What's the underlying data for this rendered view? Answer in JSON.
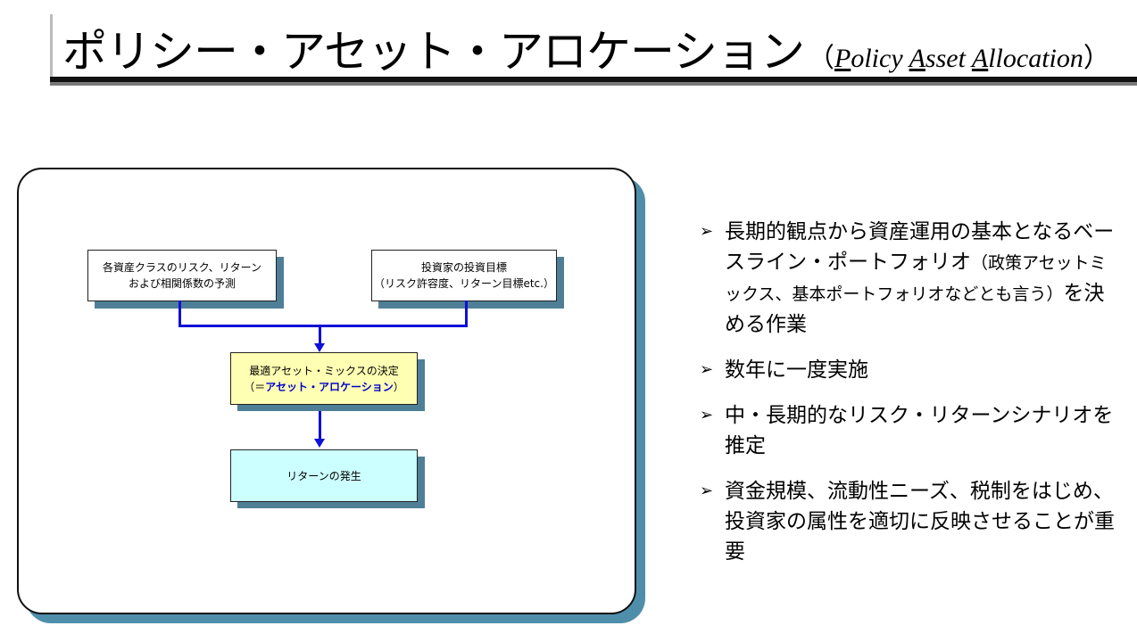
{
  "title": {
    "main": "ポリシー・アセット・アロケーション",
    "sub_open": "（",
    "sub_P": "P",
    "sub_olicy": "olicy ",
    "sub_A1": "A",
    "sub_sset": "sset ",
    "sub_A2": "A",
    "sub_llocation": "llocation",
    "sub_close": "）"
  },
  "diagram": {
    "box_left": {
      "line1": "各資産クラスのリスク、リターン",
      "line2": "および相関係数の予測"
    },
    "box_right": {
      "line1": "投資家の投資目標",
      "line2": "（リスク許容度、リターン目標etc.）"
    },
    "box_middle": {
      "line1": "最適アセット・ミックスの決定",
      "line2_open": "（＝",
      "line2_emph": "アセット・アロケーション",
      "line2_close": "）"
    },
    "box_bottom": {
      "line1": "リターンの発生"
    }
  },
  "bullets": [
    {
      "marker": "➢",
      "text_a": "長期的観点から資産運用の基本となるベースライン・ポートフォリオ",
      "text_b": "（政策アセットミックス、基本ポートフォリオなどとも言う）",
      "text_c": "を決める作業"
    },
    {
      "marker": "➢",
      "text_a": "数年に一度実施"
    },
    {
      "marker": "➢",
      "text_a": "中・長期的なリスク・リターンシナリオを推定"
    },
    {
      "marker": "➢",
      "text_a": "資金規模、流動性ニーズ、税制をはじめ、投資家の属性を適切に反映させることが重要"
    }
  ]
}
